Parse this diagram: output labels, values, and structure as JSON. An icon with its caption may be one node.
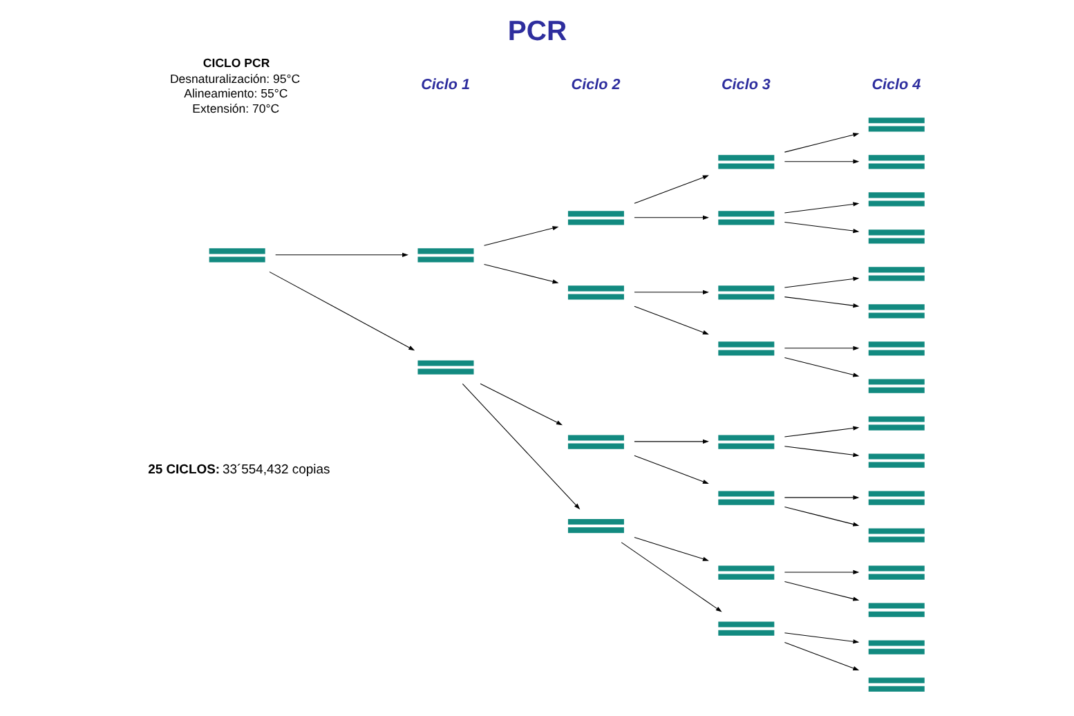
{
  "diagram": {
    "title": "PCR",
    "nodes": [
      {
        "text": [],
        "shape": "bar"
      },
      {
        "text": [],
        "shape": "bar"
      },
      {
        "text": [],
        "shape": "bar"
      },
      {
        "text": [],
        "shape": "bar"
      },
      {
        "text": [],
        "shape": "bar"
      },
      {
        "text": [],
        "shape": "bar"
      },
      {
        "text": [],
        "shape": "bar"
      },
      {
        "text": [],
        "shape": "bar"
      },
      {
        "text": [],
        "shape": "bar"
      },
      {
        "text": [],
        "shape": "bar"
      },
      {
        "text": [],
        "shape": "bar"
      },
      {
        "text": [],
        "shape": "bar"
      },
      {
        "text": [],
        "shape": "bar"
      },
      {
        "text": [],
        "shape": "bar"
      },
      {
        "text": [],
        "shape": "bar"
      },
      {
        "text": [],
        "shape": "bar"
      },
      {
        "text": [],
        "shape": "bar"
      },
      {
        "text": [],
        "shape": "bar"
      },
      {
        "text": [],
        "shape": "bar"
      },
      {
        "text": [],
        "shape": "bar"
      },
      {
        "text": [],
        "shape": "bar"
      },
      {
        "text": [],
        "shape": "bar"
      },
      {
        "text": [],
        "shape": "bar"
      },
      {
        "text": [],
        "shape": "bar"
      },
      {
        "text": [],
        "shape": "bar"
      },
      {
        "text": [],
        "shape": "bar"
      },
      {
        "text": [],
        "shape": "bar"
      },
      {
        "text": [],
        "shape": "bar"
      },
      {
        "text": [],
        "shape": "bar"
      },
      {
        "text": [],
        "shape": "bar"
      },
      {
        "text": [],
        "shape": "bar"
      }
    ],
    "edges": [
      {
        "from": 0,
        "to": 1,
        "arrow": "to"
      },
      {
        "from": 0,
        "to": 2,
        "arrow": "to"
      },
      {
        "from": 1,
        "to": 3,
        "arrow": "to"
      },
      {
        "from": 1,
        "to": 4,
        "arrow": "to"
      },
      {
        "from": 2,
        "to": 5,
        "arrow": "to"
      },
      {
        "from": 2,
        "to": 6,
        "arrow": "to"
      },
      {
        "from": 3,
        "to": 7,
        "arrow": "to"
      },
      {
        "from": 3,
        "to": 8,
        "arrow": "to"
      },
      {
        "from": 4,
        "to": 9,
        "arrow": "to"
      },
      {
        "from": 4,
        "to": 10,
        "arrow": "to"
      },
      {
        "from": 5,
        "to": 11,
        "arrow": "to"
      },
      {
        "from": 5,
        "to": 12,
        "arrow": "to"
      },
      {
        "from": 6,
        "to": 13,
        "arrow": "to"
      },
      {
        "from": 6,
        "to": 14,
        "arrow": "to"
      },
      {
        "from": 7,
        "to": 15,
        "arrow": "to"
      },
      {
        "from": 7,
        "to": 16,
        "arrow": "to"
      },
      {
        "from": 8,
        "to": 17,
        "arrow": "to"
      },
      {
        "from": 8,
        "to": 18,
        "arrow": "to"
      },
      {
        "from": 9,
        "to": 19,
        "arrow": "to"
      },
      {
        "from": 9,
        "to": 20,
        "arrow": "to"
      },
      {
        "from": 10,
        "to": 21,
        "arrow": "to"
      },
      {
        "from": 10,
        "to": 22,
        "arrow": "to"
      },
      {
        "from": 11,
        "to": 23,
        "arrow": "to"
      },
      {
        "from": 11,
        "to": 24,
        "arrow": "to"
      },
      {
        "from": 12,
        "to": 25,
        "arrow": "to"
      },
      {
        "from": 12,
        "to": 26,
        "arrow": "to"
      },
      {
        "from": 13,
        "to": 27,
        "arrow": "to"
      },
      {
        "from": 13,
        "to": 28,
        "arrow": "to"
      },
      {
        "from": 14,
        "to": 29,
        "arrow": "to"
      },
      {
        "from": 14,
        "to": 30,
        "arrow": "to"
      }
    ],
    "labels": [
      "CICLO PCR",
      "Desnaturalización: 95°C",
      "Alineamiento: 55°C",
      "Extensión: 70°C",
      "Ciclo 1",
      "Ciclo 2",
      "Ciclo 3",
      "Ciclo 4",
      "**25 CICLOS:** 33´554,432 copias"
    ]
  }
}
